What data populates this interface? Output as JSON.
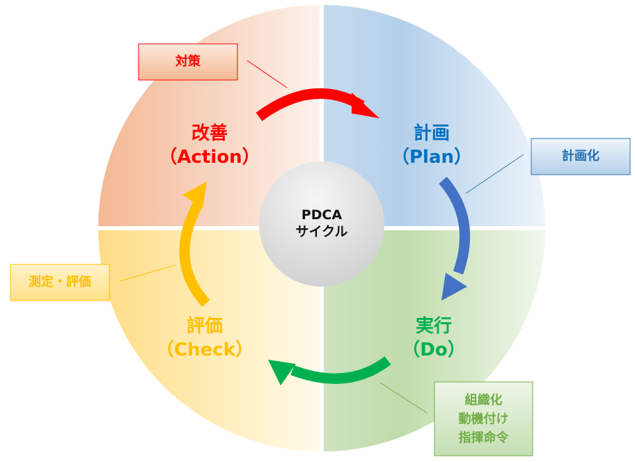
{
  "diagram": {
    "title_line1": "PDCA",
    "title_line2": "サイクル",
    "quadrants": {
      "action": {
        "jp": "改善",
        "en": "（Action）",
        "color": "#ff0000"
      },
      "plan": {
        "jp": "計画",
        "en": "（Plan）",
        "color": "#0070c0"
      },
      "do": {
        "jp": "実行",
        "en": "（Do）",
        "color": "#00b050"
      },
      "check": {
        "jp": "評価",
        "en": "（Check）",
        "color": "#ffc000"
      }
    },
    "callouts": {
      "action": {
        "text": "対策",
        "color": "#ff0000",
        "border": "#ff0000"
      },
      "plan": {
        "text": "計画化",
        "color": "#1f6fb2",
        "border": "#2e75b6"
      },
      "check": {
        "text": "測定・評価",
        "color": "#ffc000",
        "border": "#ffc000"
      },
      "do": {
        "lines": [
          "組織化",
          "動機付け",
          "指揮命令"
        ],
        "color": "#70ad47",
        "border": "#70ad47"
      }
    },
    "arrows": {
      "action_to_plan": "#ff0000",
      "plan_to_do": "#4472c4",
      "do_to_check": "#00b050",
      "check_to_action": "#ffc000"
    }
  }
}
